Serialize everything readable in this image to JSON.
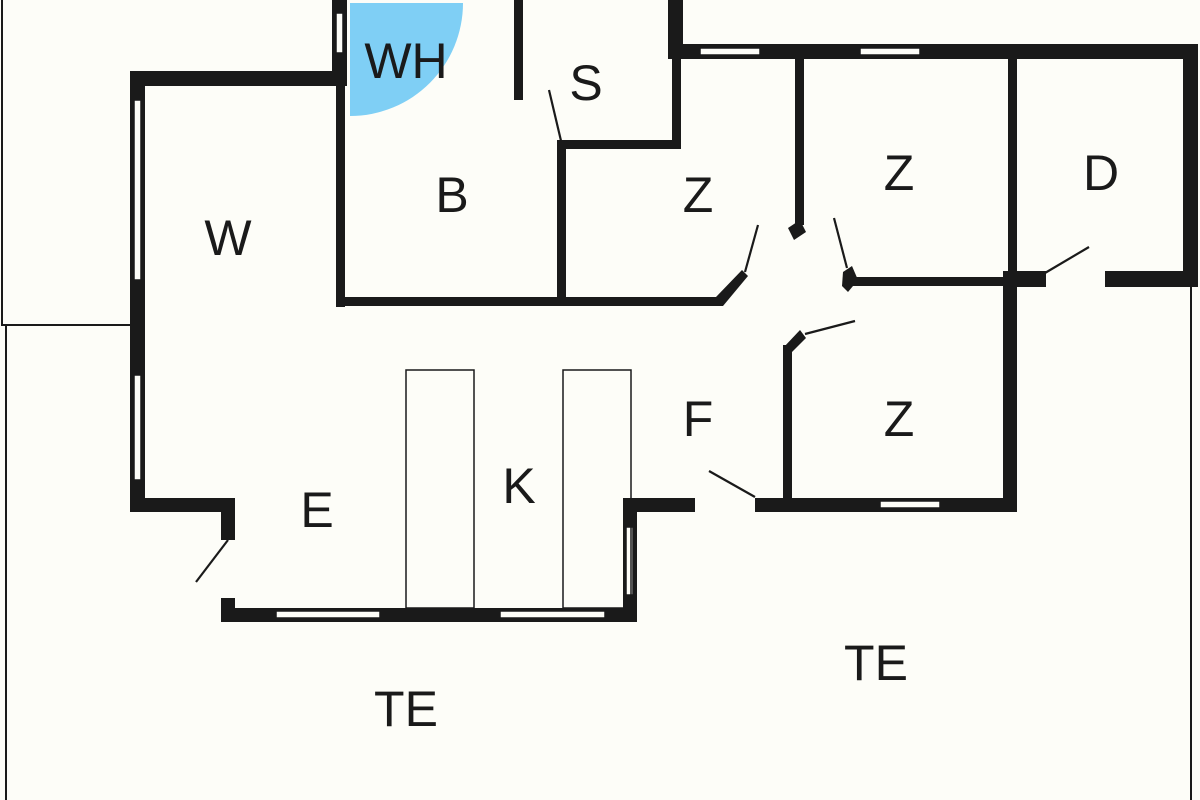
{
  "rooms": {
    "wh": "WH",
    "s": "S",
    "b": "B",
    "w": "W",
    "z1": "Z",
    "z2": "Z",
    "d": "D",
    "z3": "Z",
    "f": "F",
    "k": "K",
    "e": "E",
    "te_left": "TE",
    "te_right": "TE"
  },
  "colors": {
    "wall": "#1a1a1a",
    "background": "#fdfdf8",
    "wh_highlight": "#7fcff5"
  }
}
